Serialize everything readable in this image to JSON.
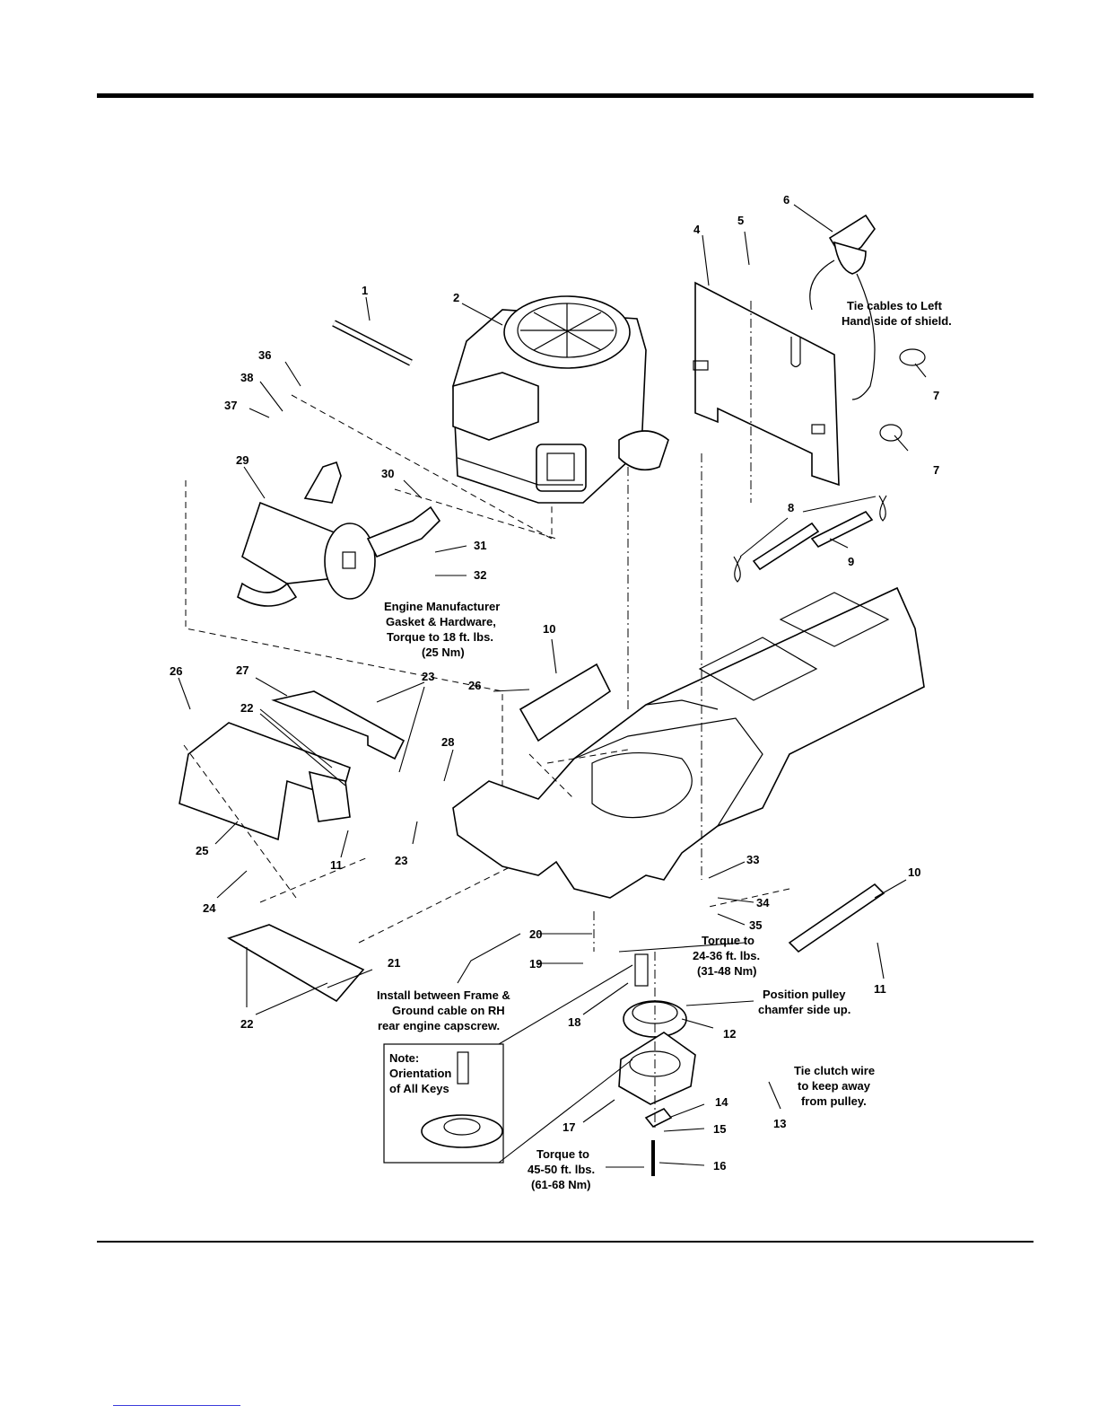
{
  "parts": [
    {
      "id": "p1",
      "label": "1"
    },
    {
      "id": "p2",
      "label": "2"
    },
    {
      "id": "p4",
      "label": "4"
    },
    {
      "id": "p5",
      "label": "5"
    },
    {
      "id": "p6",
      "label": "6"
    },
    {
      "id": "p7a",
      "label": "7"
    },
    {
      "id": "p7b",
      "label": "7"
    },
    {
      "id": "p8",
      "label": "8"
    },
    {
      "id": "p9",
      "label": "9"
    },
    {
      "id": "p10a",
      "label": "10"
    },
    {
      "id": "p10b",
      "label": "10"
    },
    {
      "id": "p11a",
      "label": "11"
    },
    {
      "id": "p11b",
      "label": "11"
    },
    {
      "id": "p12",
      "label": "12"
    },
    {
      "id": "p13",
      "label": "13"
    },
    {
      "id": "p14",
      "label": "14"
    },
    {
      "id": "p15",
      "label": "15"
    },
    {
      "id": "p16",
      "label": "16"
    },
    {
      "id": "p17",
      "label": "17"
    },
    {
      "id": "p18",
      "label": "18"
    },
    {
      "id": "p19",
      "label": "19"
    },
    {
      "id": "p20",
      "label": "20"
    },
    {
      "id": "p21",
      "label": "21"
    },
    {
      "id": "p22a",
      "label": "22"
    },
    {
      "id": "p22b",
      "label": "22"
    },
    {
      "id": "p23a",
      "label": "23"
    },
    {
      "id": "p23b",
      "label": "23"
    },
    {
      "id": "p24",
      "label": "24"
    },
    {
      "id": "p25",
      "label": "25"
    },
    {
      "id": "p26a",
      "label": "26"
    },
    {
      "id": "p26b",
      "label": "26"
    },
    {
      "id": "p27",
      "label": "27"
    },
    {
      "id": "p28",
      "label": "28"
    },
    {
      "id": "p29",
      "label": "29"
    },
    {
      "id": "p30",
      "label": "30"
    },
    {
      "id": "p31",
      "label": "31"
    },
    {
      "id": "p32",
      "label": "32"
    },
    {
      "id": "p33",
      "label": "33"
    },
    {
      "id": "p34",
      "label": "34"
    },
    {
      "id": "p35",
      "label": "35"
    },
    {
      "id": "p36",
      "label": "36"
    },
    {
      "id": "p37",
      "label": "37"
    },
    {
      "id": "p38",
      "label": "38"
    }
  ],
  "notes": {
    "tie_cables": [
      "Tie cables to Left",
      "Hand side of shield."
    ],
    "engine_mfr": [
      "Engine Manufacturer",
      "Gasket & Hardware,",
      "Torque to 18 ft. lbs.",
      "(25 Nm)"
    ],
    "torque_24": [
      "Torque to",
      "24-36 ft. lbs.",
      "(31-48 Nm)"
    ],
    "position_pulley": [
      "Position pulley",
      "chamfer side up."
    ],
    "install_between": [
      "Install between Frame &",
      "Ground cable on RH",
      "rear engine capscrew."
    ],
    "tie_clutch": [
      "Tie clutch wire",
      "to keep away",
      "from pulley."
    ],
    "torque_45": [
      "Torque to",
      "45-50 ft. lbs.",
      "(61-68 Nm)"
    ],
    "key_note": [
      "Note:",
      "Orientation",
      "of All Keys"
    ]
  }
}
